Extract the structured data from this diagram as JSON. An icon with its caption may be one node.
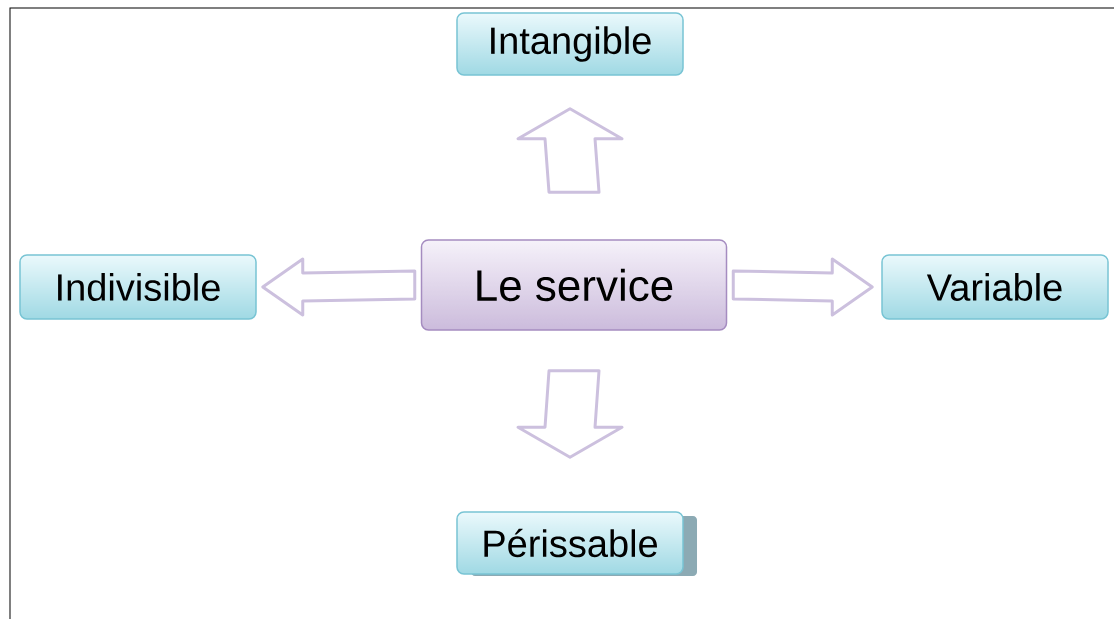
{
  "diagram": {
    "nodes": [
      {
        "text": [
          "Le service"
        ]
      },
      {
        "text": [
          "Intangible"
        ]
      },
      {
        "text": [
          "Indivisible"
        ]
      },
      {
        "text": [
          "Variable"
        ]
      },
      {
        "text": [
          "Périssable"
        ]
      }
    ],
    "edges": [
      {
        "from": 0,
        "to": 1,
        "arrow": "to"
      },
      {
        "from": 0,
        "to": 2,
        "arrow": "to"
      },
      {
        "from": 0,
        "to": 3,
        "arrow": "to"
      },
      {
        "from": 0,
        "to": 4,
        "arrow": "to"
      }
    ]
  }
}
